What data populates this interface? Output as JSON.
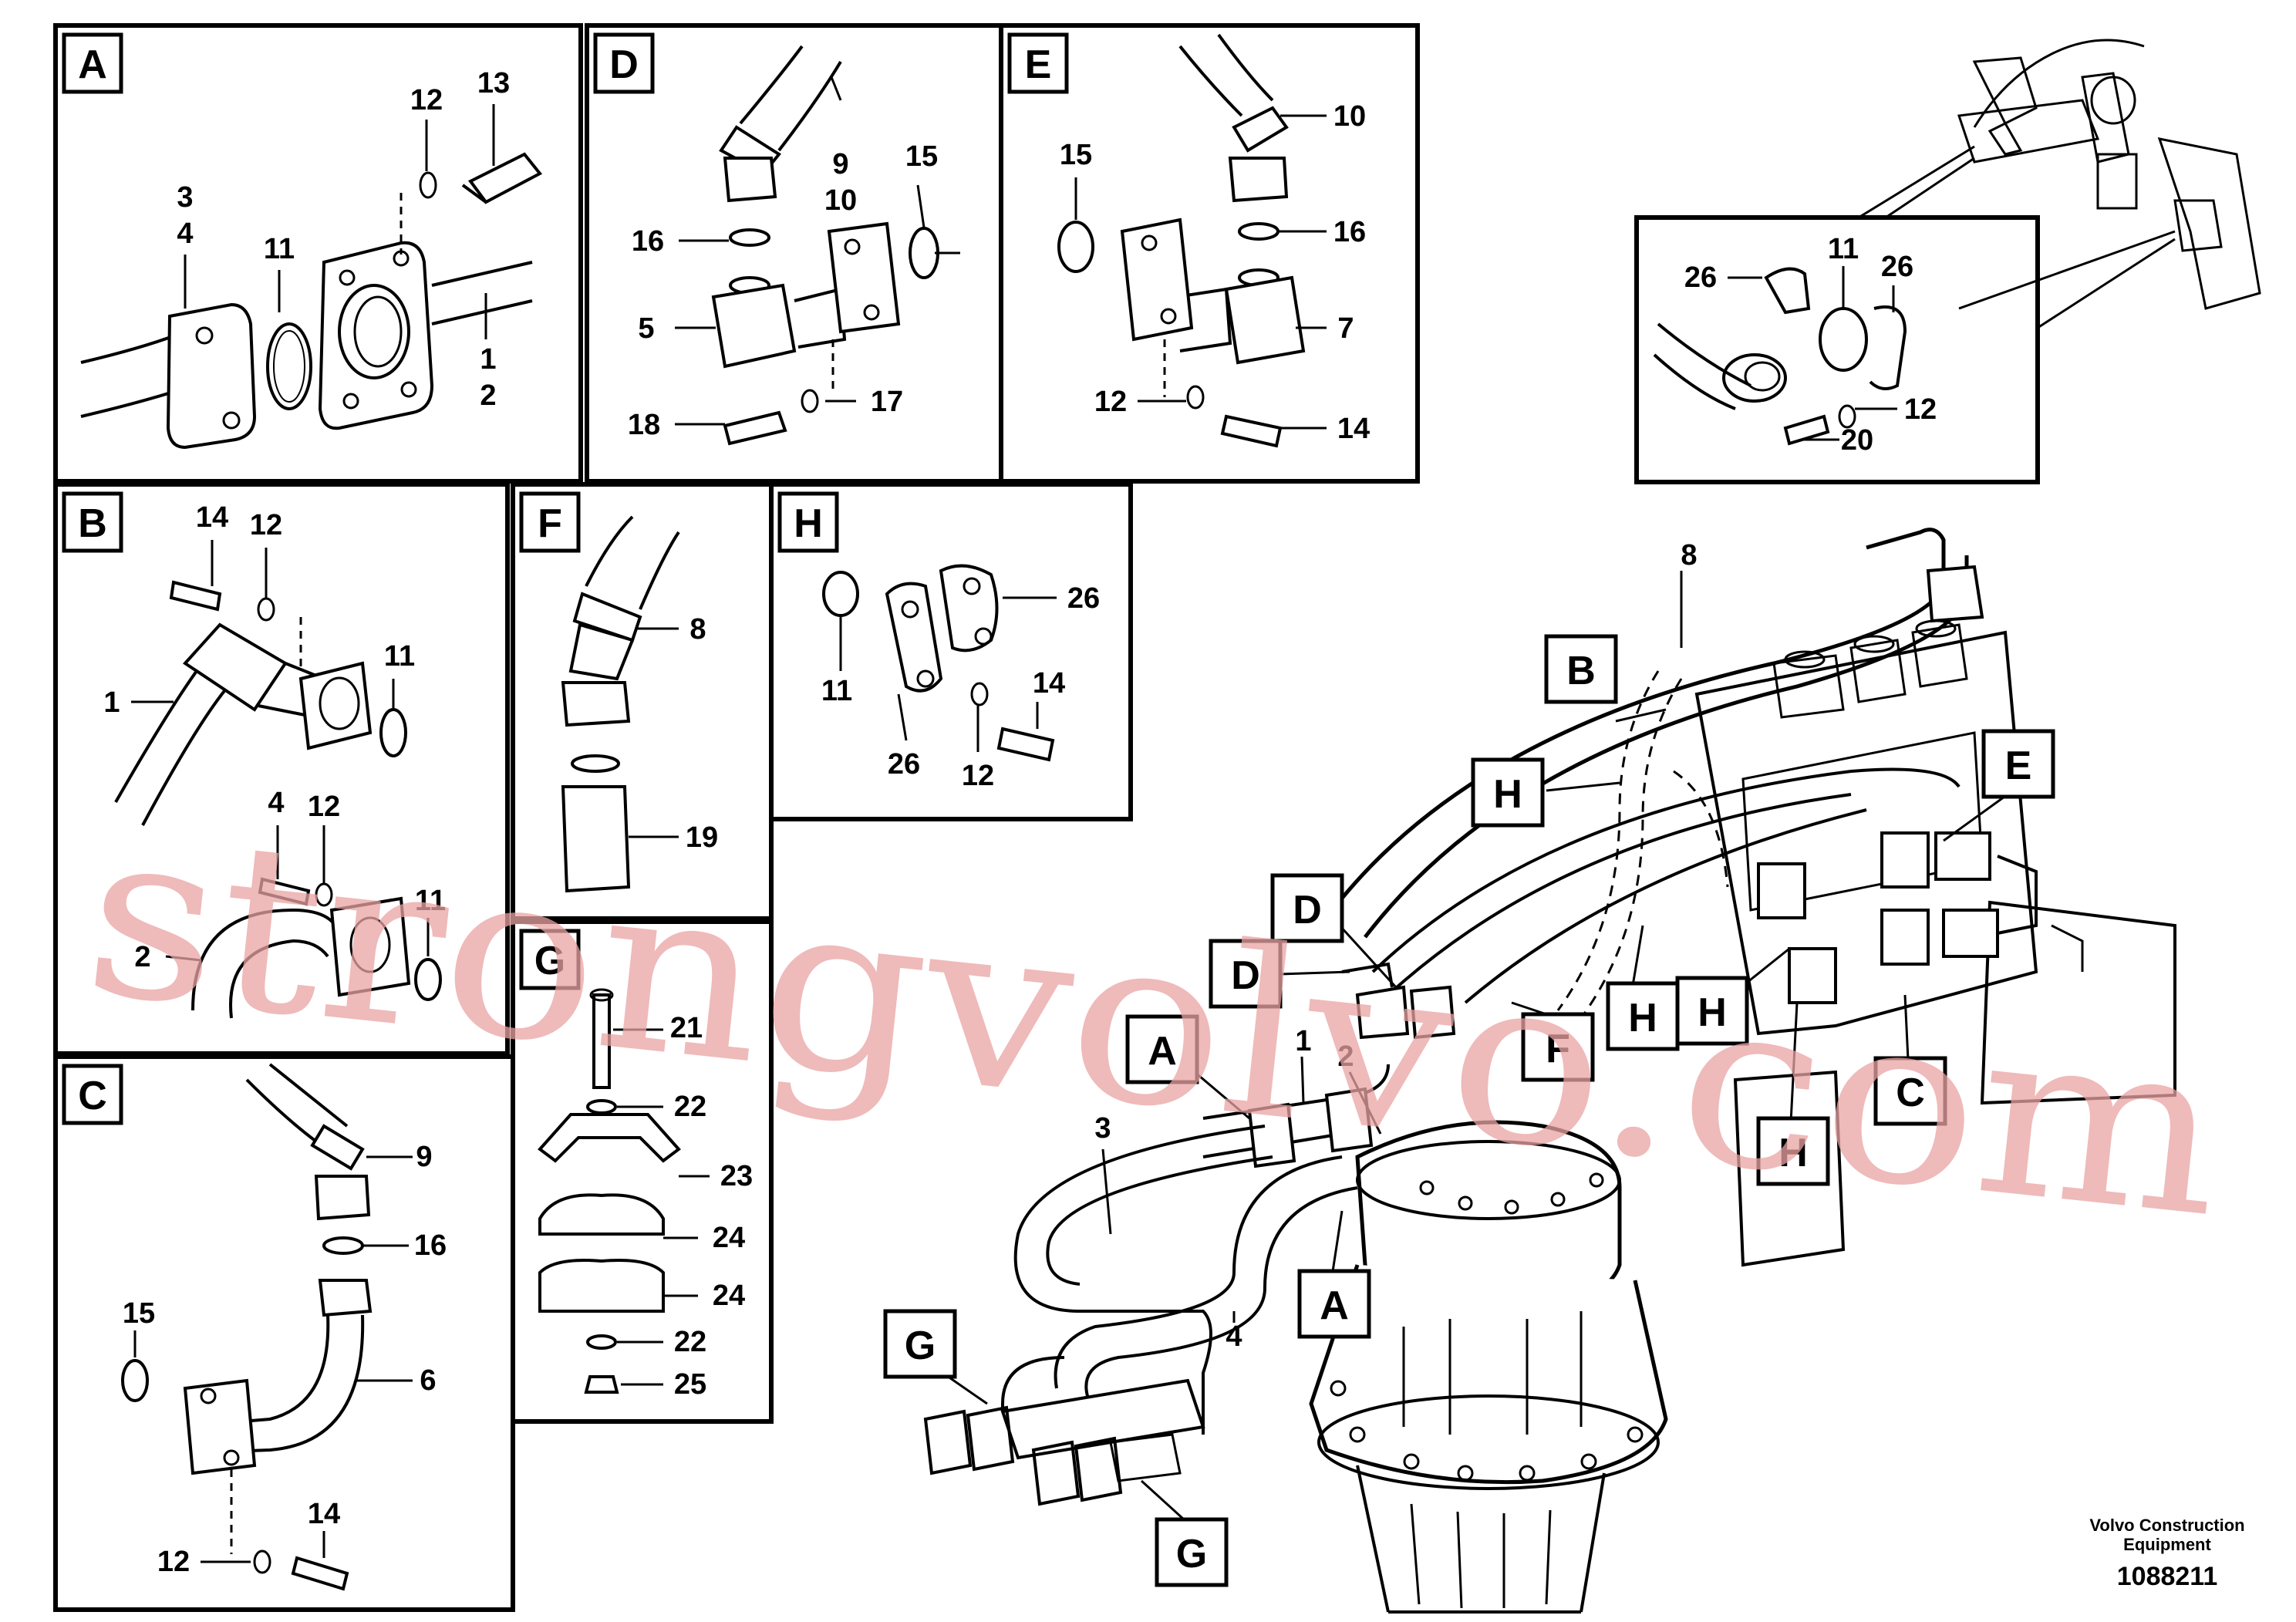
{
  "panels": {
    "A": {
      "letter": "A",
      "labels": [
        "3",
        "4",
        "11",
        "12",
        "13",
        "1",
        "2"
      ]
    },
    "D": {
      "letter": "D",
      "labels": [
        "9",
        "10",
        "15",
        "16",
        "5",
        "18",
        "17"
      ]
    },
    "E": {
      "letter": "E",
      "labels": [
        "10",
        "15",
        "16",
        "7",
        "12",
        "14"
      ]
    },
    "B": {
      "letter": "B",
      "labels": [
        "14",
        "12",
        "11",
        "1",
        "4",
        "12",
        "11",
        "2"
      ]
    },
    "F": {
      "letter": "F",
      "labels": [
        "8",
        "19"
      ]
    },
    "H": {
      "letter": "H",
      "labels": [
        "26",
        "11",
        "14",
        "26",
        "12"
      ]
    },
    "G": {
      "letter": "G",
      "labels": [
        "21",
        "22",
        "23",
        "24",
        "24",
        "22",
        "25"
      ]
    },
    "C": {
      "letter": "C",
      "labels": [
        "9",
        "16",
        "15",
        "6",
        "14",
        "12"
      ]
    },
    "detail": {
      "labels": [
        "26",
        "11",
        "26",
        "12",
        "20"
      ]
    }
  },
  "main": {
    "labels": [
      "8",
      "1",
      "2",
      "3",
      "4"
    ],
    "callouts": [
      "B",
      "H",
      "E",
      "D",
      "D",
      "F",
      "H",
      "H",
      "A",
      "C",
      "H",
      "A",
      "G",
      "G"
    ]
  },
  "watermark": "strongvolvo.com",
  "footer": {
    "brand_line1": "Volvo Construction",
    "brand_line2": "Equipment",
    "doc_number": "1088211"
  },
  "colors": {
    "line": "#000000",
    "watermark": "#e9a3a3",
    "background": "#ffffff"
  }
}
